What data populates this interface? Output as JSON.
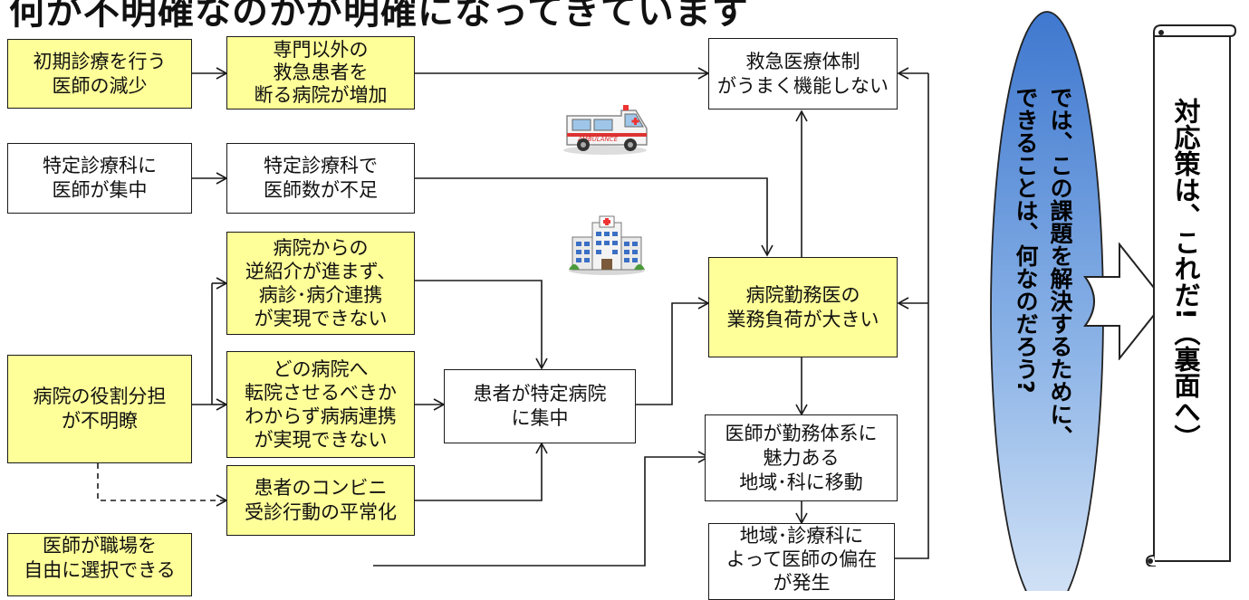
{
  "header": {
    "title": "何が不明確なのかが明確になってきています"
  },
  "boxes": {
    "initial_care_decline": "初期診療を行う\n医師の減少",
    "refuse_non_specialty": "専門以外の\n救急患者を\n断る病院が増加",
    "er_system_fail": "救急医療体制\nがうまく機能しない",
    "concentration_specialty": "特定診療科に\n医師が集中",
    "specialty_shortage": "特定診療科で\n医師数が不足",
    "reverse_referral": "病院からの\n逆紹介が進まず、\n病診･病介連携\nが実現できない",
    "hospital_workload": "病院勤務医の\n業務負荷が大きい",
    "role_unclear": "病院の役割分担\nが不明瞭",
    "transfer_unknown": "どの病院へ\n転院させるべきか\nわからず病病連携\nが実現できない",
    "patient_concentration": "患者が特定病院\nに集中",
    "doctors_move": "医師が勤務体系に\n魅力ある\n地域･科に移動",
    "convenience": "患者のコンビニ\n受診行動の平常化",
    "uneven_distribution": "地域･診療科に\nよって医師の偏在\nが発生",
    "free_choice": "医師が職場を\n自由に選択できる"
  },
  "ellipse_text": "では、この課題を解決するために、\nできることは、何なのだろう?",
  "scroll_text": "対応策は、これだ!（裏面へ）",
  "icons": {
    "ambulance_label": "AMBULANCE"
  },
  "colors": {
    "highlight": "#ffff99",
    "ellipse_blue": "#5b8fd6"
  }
}
